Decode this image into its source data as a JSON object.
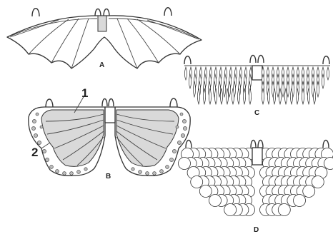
{
  "figure": {
    "labels": {
      "a": "A",
      "b": "B",
      "c": "C",
      "d": "D"
    },
    "callouts": {
      "one": "1",
      "two": "2"
    }
  }
}
